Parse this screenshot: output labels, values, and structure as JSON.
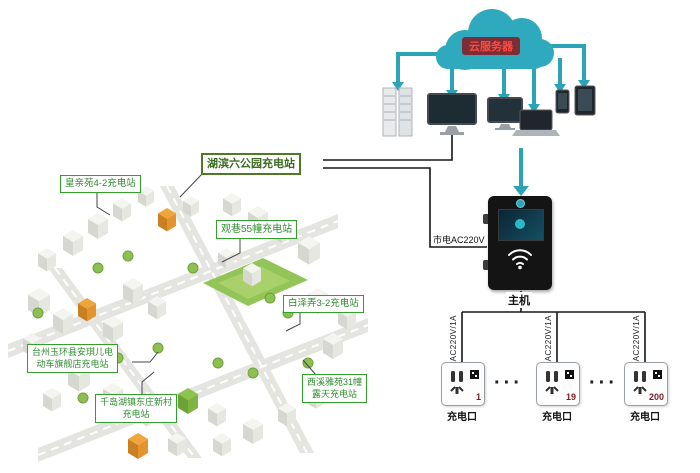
{
  "cloud": {
    "label": "云服务器"
  },
  "host": {
    "label": "主机",
    "mains_label": "市电AC220V"
  },
  "stations": [
    {
      "label": "皇亲苑4-2充电站"
    },
    {
      "label": "湖滨六公园充电站"
    },
    {
      "label": "观巷55幢充电站"
    },
    {
      "label": "白泽弄3-2充电站"
    },
    {
      "label": "台州玉环县安琪儿电\n动车旗舰店充电站"
    },
    {
      "label": "西溪雅苑31幢\n露天充电站"
    },
    {
      "label": "千岛湖镇东庄新村\n充电站"
    }
  ],
  "outlets": {
    "wire_label": "AC220V/1A",
    "port_label": "充电口",
    "ellipsis": "···",
    "items": [
      {
        "number": "1"
      },
      {
        "number": "19"
      },
      {
        "number": "200"
      }
    ]
  }
}
